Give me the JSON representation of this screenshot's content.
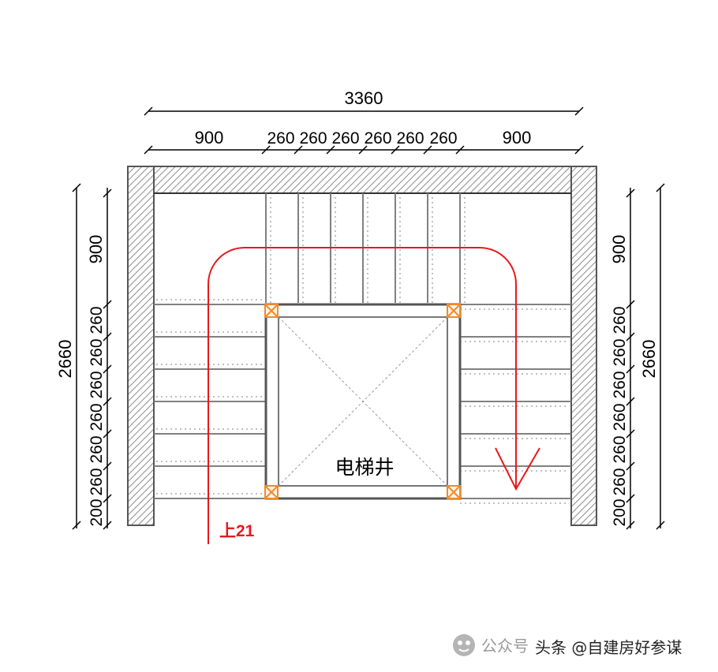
{
  "dimensions": {
    "top_total": "3360",
    "top_left": "900",
    "top_treads": [
      "260",
      "260",
      "260",
      "260",
      "260",
      "260"
    ],
    "top_right": "900",
    "left_total": "2660",
    "left_landing": "900",
    "left_treads": [
      "260",
      "260",
      "260",
      "260",
      "260",
      "260"
    ],
    "left_bottom": "200",
    "right_total": "2660",
    "right_landing": "900",
    "right_treads": [
      "260",
      "260",
      "260",
      "260",
      "260",
      "260"
    ],
    "right_bottom": "200"
  },
  "labels": {
    "elevator_shaft": "电梯井",
    "up_marker": "上21"
  },
  "watermark": {
    "left": "公众号",
    "right": "头条 @自建房好参谋"
  },
  "colors": {
    "path_red": "#e8191b",
    "corner_orange": "#f08a2c",
    "wall_hatch": "#8c8c8c",
    "tread_line": "#808080"
  }
}
